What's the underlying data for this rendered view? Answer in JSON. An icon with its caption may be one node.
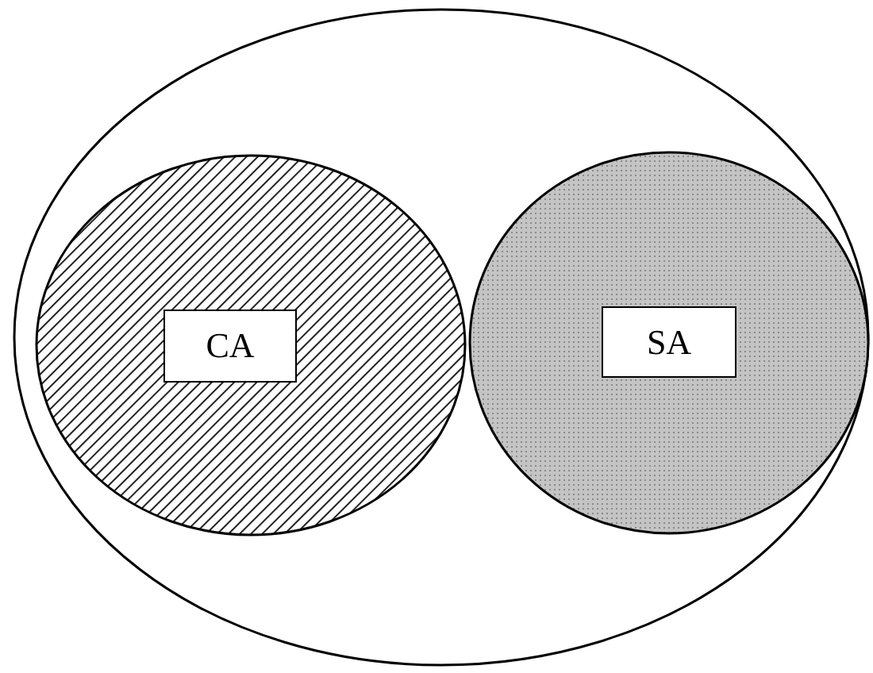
{
  "diagram": {
    "nodes": [
      {
        "text": [],
        "shape": "ellipse"
      },
      {
        "text": [],
        "shape": "ellipse",
        "in": 0
      },
      {
        "text": [
          "CA"
        ],
        "in": 1
      },
      {
        "text": [],
        "shape": "ellipse",
        "in": 0
      },
      {
        "text": [
          "SA"
        ],
        "in": 3
      }
    ]
  }
}
